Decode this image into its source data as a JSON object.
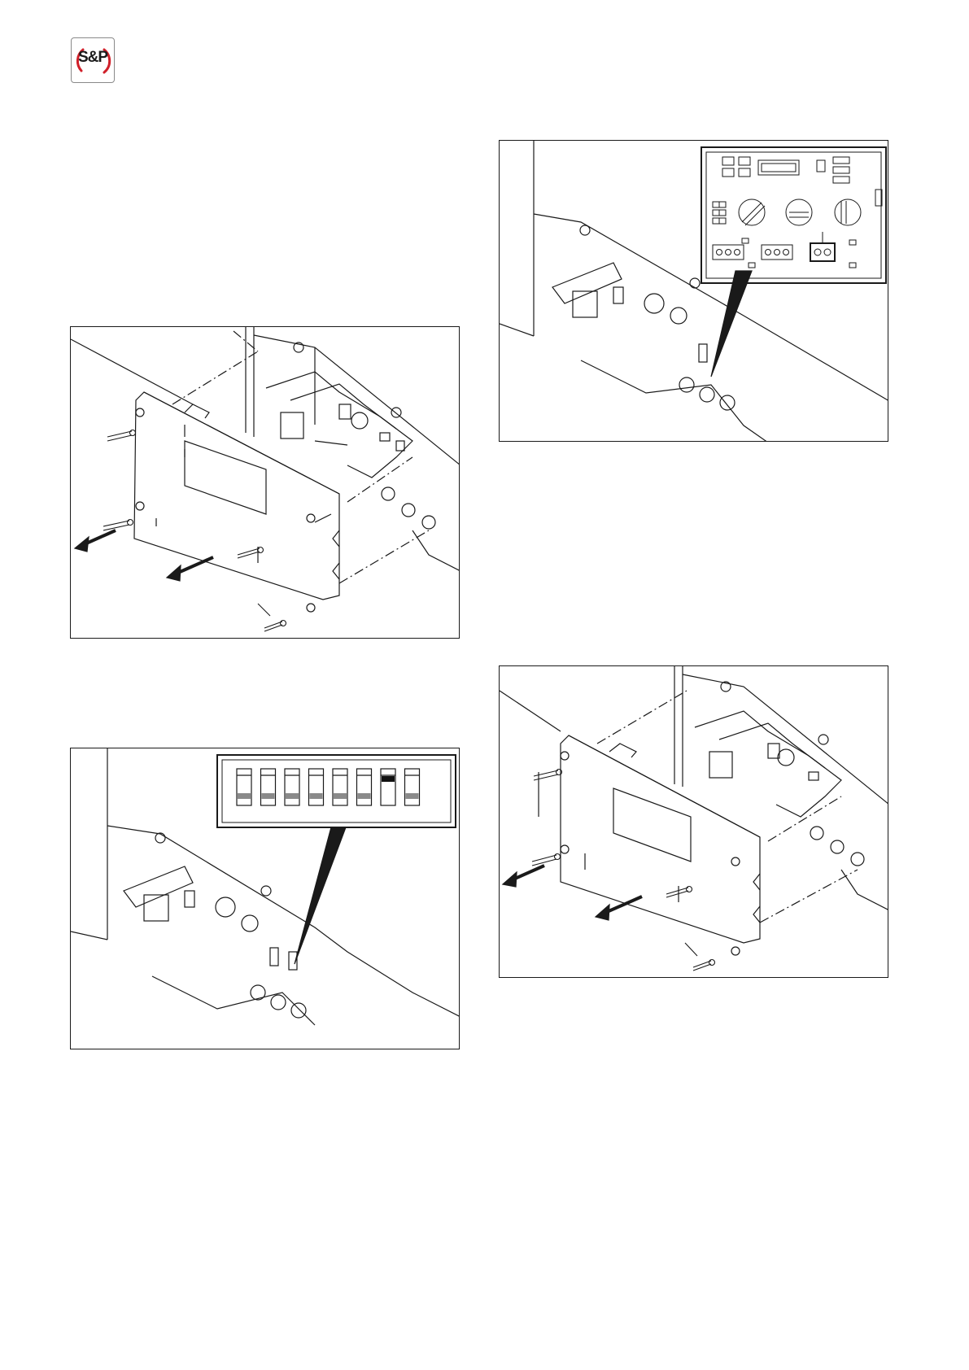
{
  "logo": {
    "text": "S&P",
    "accent_color": "#d0202a",
    "text_color": "#1a1a1a",
    "border_color": "#8a8a8a"
  },
  "figures": [
    {
      "id": "cover-removal-left",
      "icon": "screws-and-cover-icon"
    },
    {
      "id": "dip-switch-detail",
      "icon": "dip-switch-icon",
      "switch_count": 8,
      "switch_on_index": 6
    },
    {
      "id": "terminal-detail",
      "icon": "circuit-board-icon"
    },
    {
      "id": "cover-removal-right",
      "icon": "screws-and-cover-icon"
    }
  ],
  "colors": {
    "line": "#1a1a1a",
    "background": "#ffffff"
  }
}
